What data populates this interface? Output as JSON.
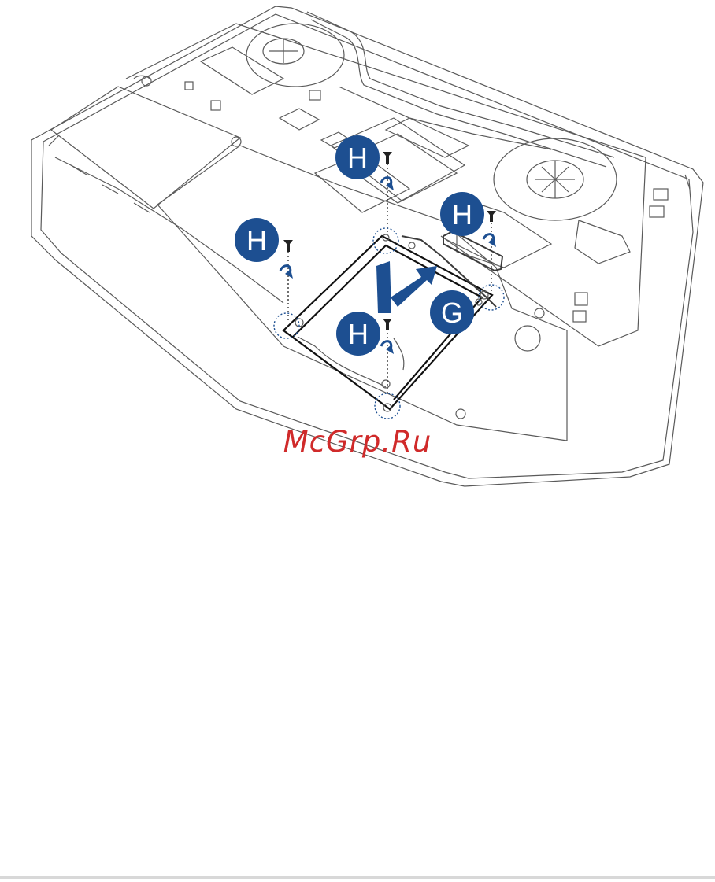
{
  "watermark": "McGrp.Ru",
  "callouts": [
    {
      "id": "h-top",
      "letter": "H"
    },
    {
      "id": "h-right",
      "letter": "H"
    },
    {
      "id": "h-left",
      "letter": "H"
    },
    {
      "id": "h-center",
      "letter": "H"
    },
    {
      "id": "g",
      "letter": "G"
    }
  ],
  "colors": {
    "callout": "#1d4f91",
    "watermark": "#d02a2a",
    "line_art": "#5a5a5a"
  },
  "icons": [
    "screw-icon",
    "rotate-arrow-icon",
    "remove-arrow-icon"
  ]
}
